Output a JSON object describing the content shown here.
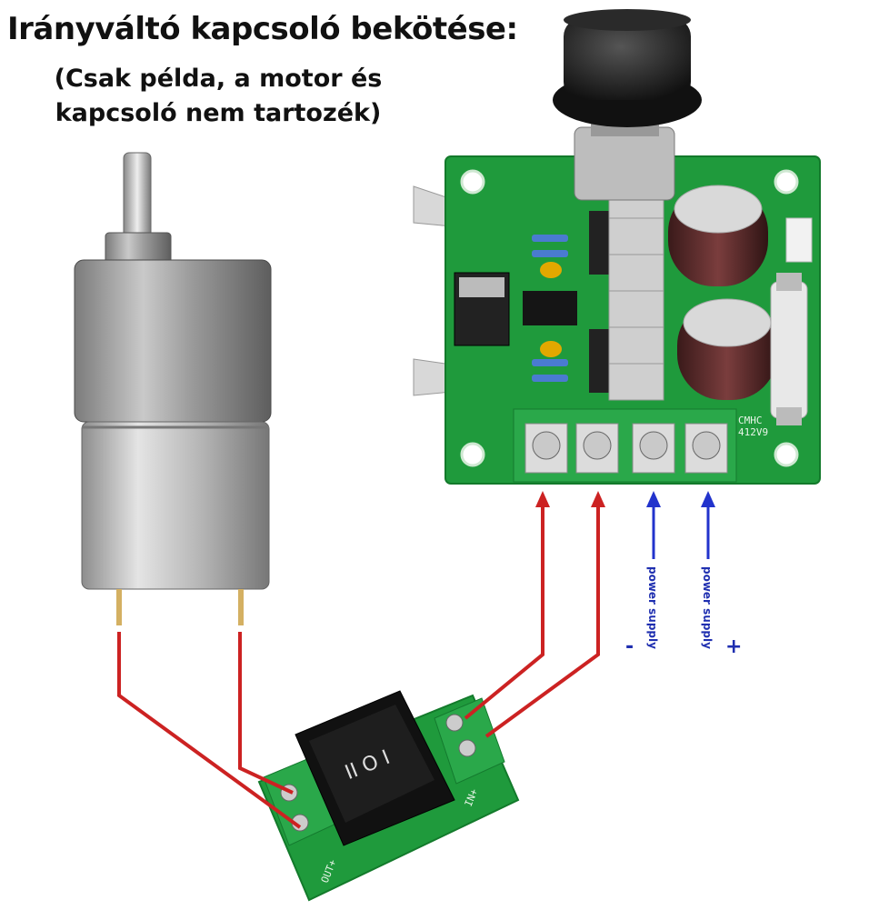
{
  "title": "Irányváltó kapcsoló bekötése:",
  "subtitle_line1": "(Csak példa, a motor és",
  "subtitle_line2": "kapcsoló nem tartozék)",
  "labels": {
    "power_minus_text": "power supply",
    "power_plus_text": "power supply",
    "minus_sign": "-",
    "plus_sign": "+",
    "pcb_marking_1": "CMHC",
    "pcb_marking_2": "412V9",
    "switch_in_label": "IN+",
    "switch_out_label": "OUT+"
  },
  "colors": {
    "wire_red": "#cc2222",
    "arrow_blue": "#2233cc",
    "pcb_green": "#1f9a3c",
    "terminal_green": "#2aa84a"
  }
}
